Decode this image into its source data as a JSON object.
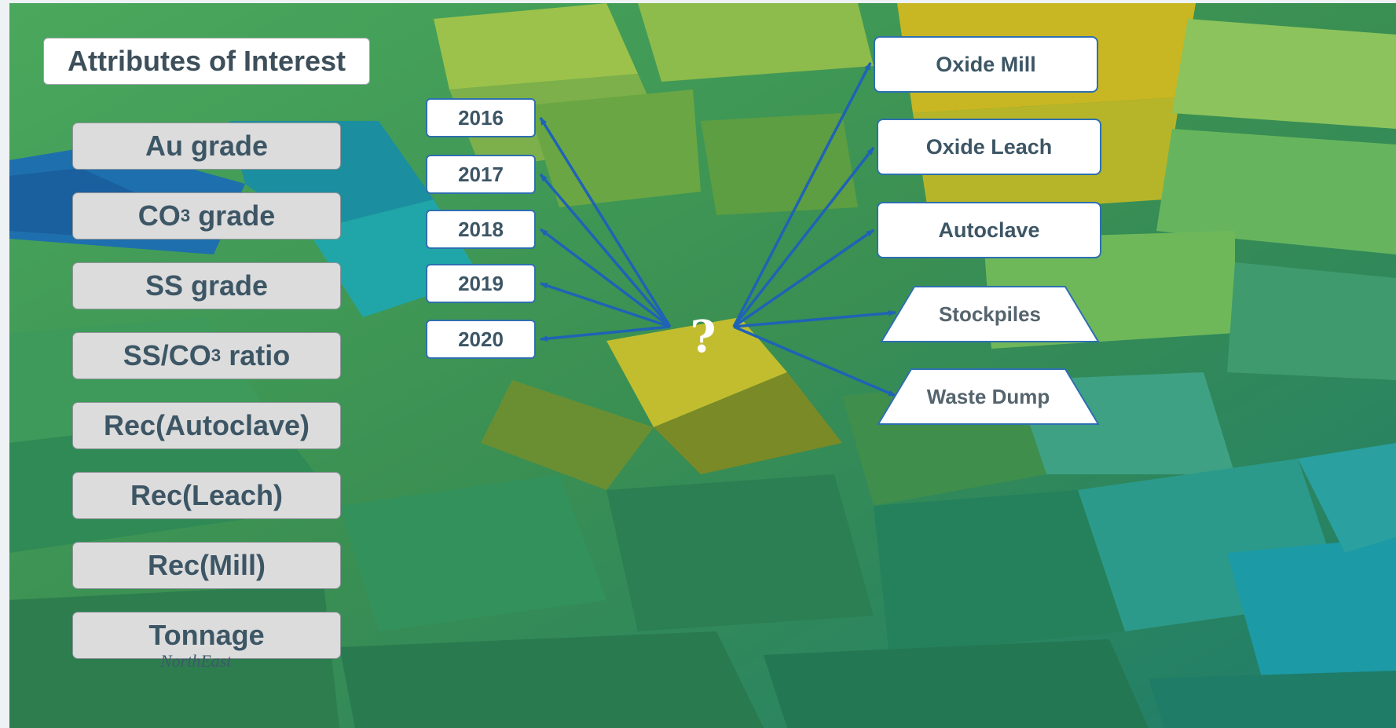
{
  "title": "Attributes of Interest",
  "attributes": [
    {
      "main": "Au grade"
    },
    {
      "main": "CO",
      "sub": "3",
      "after": " grade"
    },
    {
      "main": "SS grade"
    },
    {
      "main": "SS/CO",
      "sub": "3",
      "after": " ratio"
    },
    {
      "main": "Rec(Autoclave)"
    },
    {
      "main": "Rec(Leach)"
    },
    {
      "main": "Rec(Mill)"
    },
    {
      "main": "Tonnage"
    }
  ],
  "years": [
    "2016",
    "2017",
    "2018",
    "2019",
    "2020"
  ],
  "destinations": [
    "Oxide Mill",
    "Oxide Leach",
    "Autoclave",
    "Stockpiles",
    "Waste Dump"
  ],
  "center_symbol": "?",
  "logo_text": "NorthEast",
  "colors": {
    "arrow": "#1f63b5",
    "box_border": "#2e6fb0",
    "label_text": "#3d5665",
    "attribute_fill": "#dcdcdc"
  }
}
